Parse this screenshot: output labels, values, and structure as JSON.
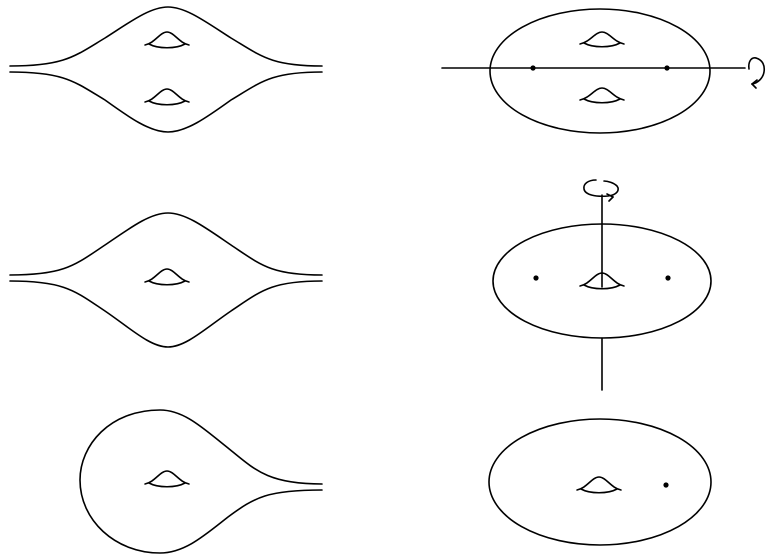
{
  "figure": {
    "background": "#ffffff",
    "ink": "#000000",
    "panels": [
      {
        "id": "genus-2-surface-two-ends",
        "genus": 2,
        "ends": 2
      },
      {
        "id": "genus-2-closed-surface-with-horizontal-axis",
        "genus": 2,
        "marked_points": 2,
        "rotation_arrow": "right"
      },
      {
        "id": "genus-1-surface-two-ends",
        "genus": 1,
        "ends": 2
      },
      {
        "id": "genus-1-closed-surface-with-vertical-axis",
        "genus": 1,
        "marked_points": 2,
        "rotation_arrow": "top"
      },
      {
        "id": "genus-1-surface-one-end",
        "genus": 1,
        "ends": 1
      },
      {
        "id": "genus-1-closed-surface-one-point",
        "genus": 1,
        "marked_points": 1
      }
    ]
  }
}
